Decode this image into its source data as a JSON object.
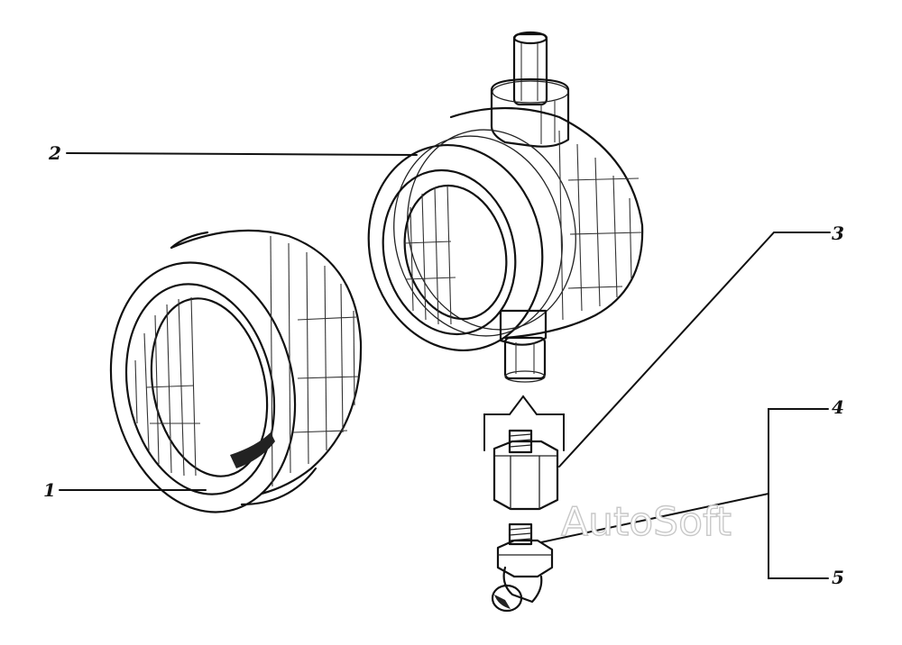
{
  "callouts": [
    {
      "id": "1",
      "label": "1"
    },
    {
      "id": "2",
      "label": "2"
    },
    {
      "id": "3",
      "label": "3"
    },
    {
      "id": "4",
      "label": "4"
    },
    {
      "id": "5",
      "label": "5"
    }
  ],
  "watermark": "AutoSoft",
  "parts": {
    "ring": "bushing-ring",
    "housing": "bearing-housing",
    "adapter": "hex-adapter",
    "fitting": "grease-nipple"
  }
}
